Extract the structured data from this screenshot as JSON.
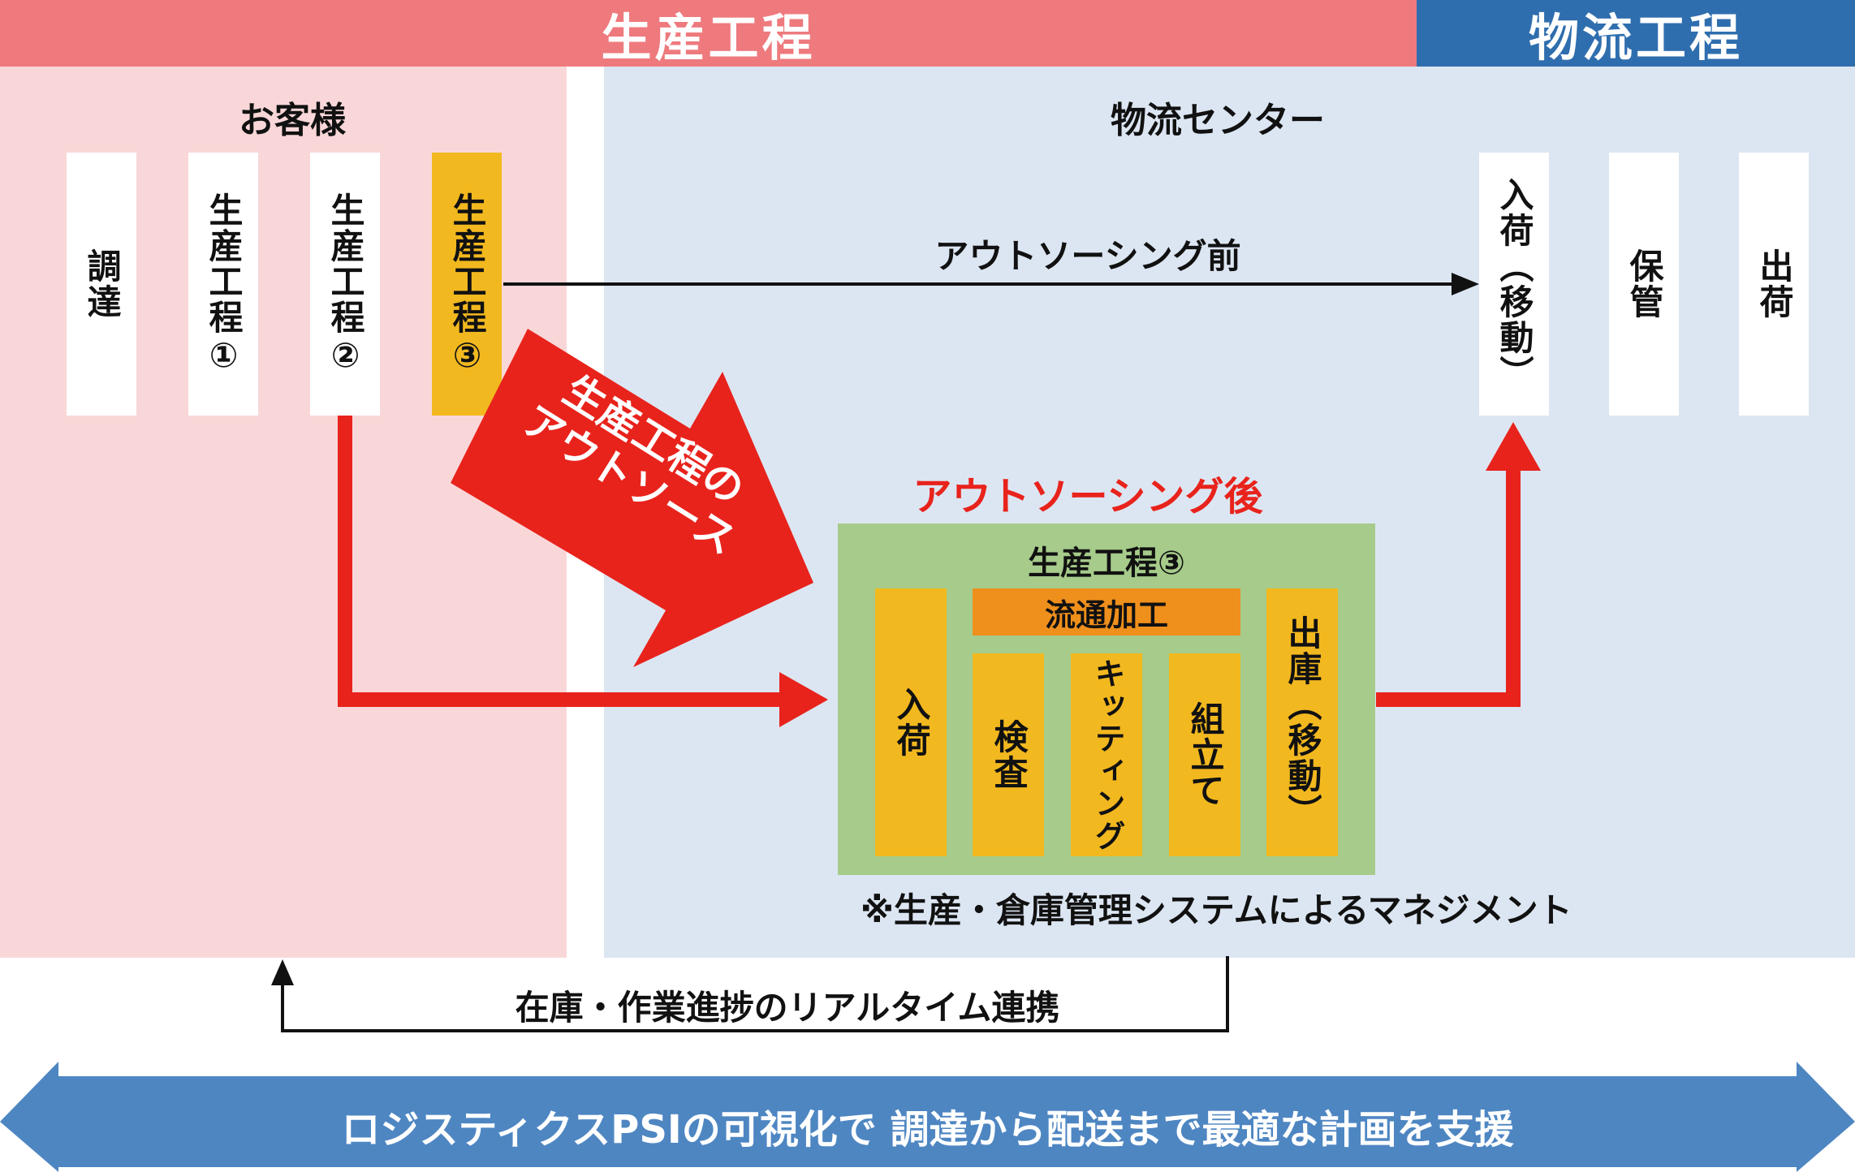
{
  "header": {
    "production_band": "生産工程",
    "logistics_band": "物流工程"
  },
  "customer_zone": {
    "label": "お客様",
    "procurement": "調達",
    "process_1": "生産工程①",
    "process_2": "生産工程②",
    "process_3": "生産工程③"
  },
  "logistics_center": {
    "label": "物流センター",
    "inbound": "入荷︵移動︶",
    "storage": "保管",
    "outbound": "出荷"
  },
  "flows": {
    "before_outsourcing": "アウトソーシング前",
    "after_outsourcing": "アウトソーシング後",
    "outsource_line1": "生産工程の",
    "outsource_line2": "アウトソース"
  },
  "outsourced_process": {
    "title": "生産工程③",
    "distribution_processing": "流通加工",
    "inbound": "入荷",
    "inspection": "検査",
    "kitting": "キッティング",
    "assembly": "組立て",
    "outbound": "出庫︵移動︶"
  },
  "management_note": "※生産・倉庫管理システムによるマネジメント",
  "realtime_link": "在庫・作業進捗のリアルタイム連携",
  "bottom_banner": "ロジスティクスPSIの可視化で 調達から配送まで最適な計画を支援",
  "colors": {
    "production_band": "#ee7a7e",
    "logistics_band": "#2f6eae",
    "production_zone": "#f9d7d8",
    "logistics_zone": "#dce6f2",
    "red_accent": "#e8231c",
    "yellow": "#f2b81f",
    "orange": "#ef8f1c",
    "green_panel": "#a6cb8a",
    "banner_blue": "#4e86c2"
  }
}
